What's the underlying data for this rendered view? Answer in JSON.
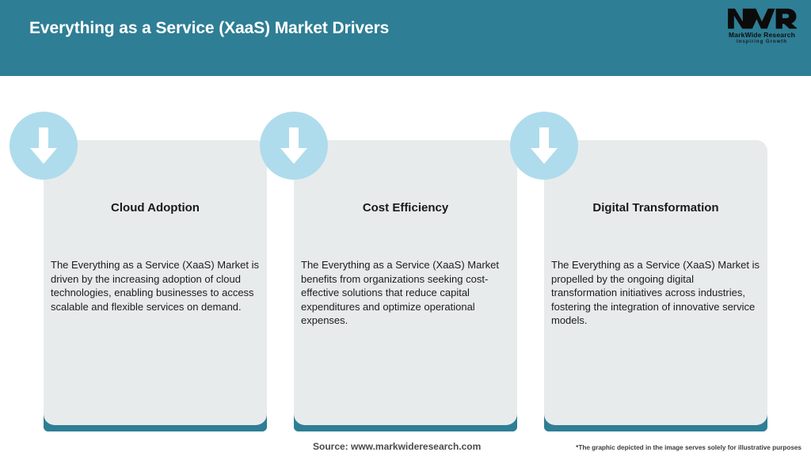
{
  "header": {
    "title": "Everything as a Service (XaaS) Market Drivers",
    "background_color": "#2e7e95",
    "title_color": "#ffffff"
  },
  "logo": {
    "mark": "MWR",
    "name": "MarkWide Research",
    "tagline": "Inspiring Growth"
  },
  "cards": [
    {
      "icon": "arrow-down-icon",
      "title": "Cloud Adoption",
      "body": "The Everything as a Service (XaaS) Market is driven by the increasing adoption of cloud technologies, enabling businesses to access scalable and flexible services on demand."
    },
    {
      "icon": "arrow-down-icon",
      "title": "Cost Efficiency",
      "body": "The Everything as a Service (XaaS) Market benefits from organizations seeking cost-effective solutions that reduce capital expenditures and optimize operational expenses."
    },
    {
      "icon": "arrow-down-icon",
      "title": "Digital Transformation",
      "body": "The Everything as a Service (XaaS) Market is propelled by the ongoing digital transformation initiatives across industries, fostering the integration of innovative service models."
    }
  ],
  "footer": {
    "source": "Source: www.markwideresearch.com",
    "disclaimer": "*The graphic depicted in the image serves solely for illustrative purposes"
  },
  "theme": {
    "teal": "#2e7e95",
    "card_bg": "#e8ebec",
    "icon_circle": "#aedcec",
    "icon_arrow": "#ffffff",
    "page_bg": "#ffffff"
  }
}
